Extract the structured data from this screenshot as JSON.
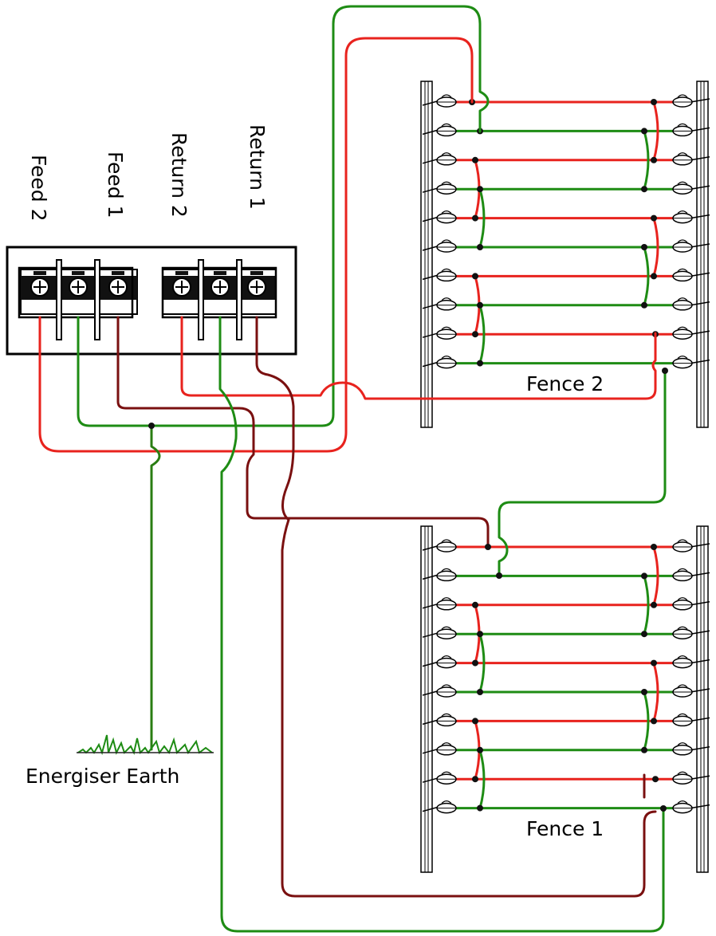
{
  "labels": {
    "feed2": "Feed 2",
    "feed1": "Feed 1",
    "return2": "Return 2",
    "return1": "Return 1",
    "fence2": "Fence 2",
    "fence1": "Fence 1",
    "earth": "Energiser Earth"
  },
  "colors": {
    "feed_red": "#e8231e",
    "return_green": "#1e8c14",
    "darkred": "#7a1010",
    "earth_green": "#2a7d12"
  }
}
